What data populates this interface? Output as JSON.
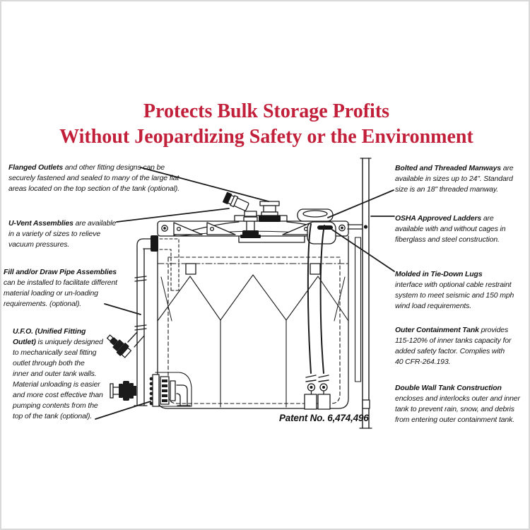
{
  "colors": {
    "accent_red": "#c2203a",
    "line_ink": "#1b1b1b"
  },
  "title": {
    "line1": "Protects Bulk Storage Profits",
    "line2": "Without Jeopardizing Safety or the Environment"
  },
  "annotations": {
    "left": [
      {
        "id": "flanged-outlets",
        "bold": "Flanged Outlets",
        "rest": " and other fitting designs can be\nsecurely fastened and sealed to many of the large flat\nareas located on the top section of the tank (optional)."
      },
      {
        "id": "u-vent-assemblies",
        "bold": "U-Vent Assemblies",
        "rest": " are available\nin a variety of sizes to relieve\nvacuum pressures."
      },
      {
        "id": "fill-draw-pipe-assemblies",
        "bold": "Fill and/or Draw Pipe Assemblies",
        "rest": "\ncan be installed to facilitate different\nmaterial loading or un-loading\nrequirements. (optional)."
      },
      {
        "id": "unified-fitting-outlet",
        "bold": "U.F.O. (Unified Fitting\nOutlet)",
        "rest": " is uniquely designed\nto mechanically seal fitting\noutlet through both the\ninner and outer tank walls.\nMaterial unloading is easier\nand more cost effective than\npumping contents from the\ntop of the tank (optional)."
      }
    ],
    "right": [
      {
        "id": "bolted-threaded-manways",
        "bold": "Bolted and Threaded Manways",
        "rest": " are\navailable in sizes up to 24\".  Standard\nsize is an 18\" threaded manway."
      },
      {
        "id": "osha-approved-ladders",
        "bold": "OSHA Approved Ladders",
        "rest": " are\navailable with and without cages in\nfiberglass and steel construction."
      },
      {
        "id": "molded-tie-down-lugs",
        "bold": "Molded in Tie-Down Lugs",
        "rest": "\ninterface with optional cable restraint\nsystem to meet seismic and 150 mph\nwind load requirements."
      },
      {
        "id": "outer-containment-tank",
        "bold": "Outer Containment Tank",
        "rest": " provides\n115-120% of inner tanks capacity for\nadded safety factor.  Complies with\n40 CFR-264.193."
      },
      {
        "id": "double-wall-tank-construction",
        "bold": "Double Wall Tank Construction",
        "rest": "\nencloses and interlocks outer and inner\ntank to prevent rain, snow, and debris\nfrom entering outer containment tank."
      }
    ]
  },
  "patent_label": "Patent No. 6,474,496"
}
